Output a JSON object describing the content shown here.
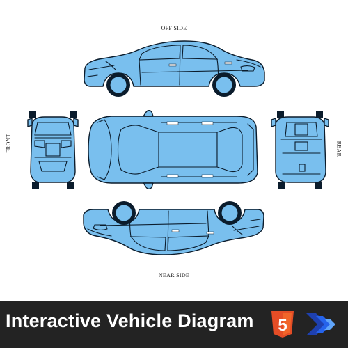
{
  "labels": {
    "off_side": "OFF SIDE",
    "near_side": "NEAR SIDE",
    "front": "FRONT",
    "rear": "REAR"
  },
  "banner": {
    "title": "Interactive Vehicle Diagram",
    "html5_badge_text": "5",
    "badge_icon": "html5-shield-icon",
    "logo_icon": "chevron-arrows-logo-icon"
  },
  "colors": {
    "car_fill": "#79bfee",
    "outline": "#0b1c2c",
    "banner_bg": "#232323",
    "html5_orange": "#e44d26",
    "logo_blue": "#2563eb"
  }
}
